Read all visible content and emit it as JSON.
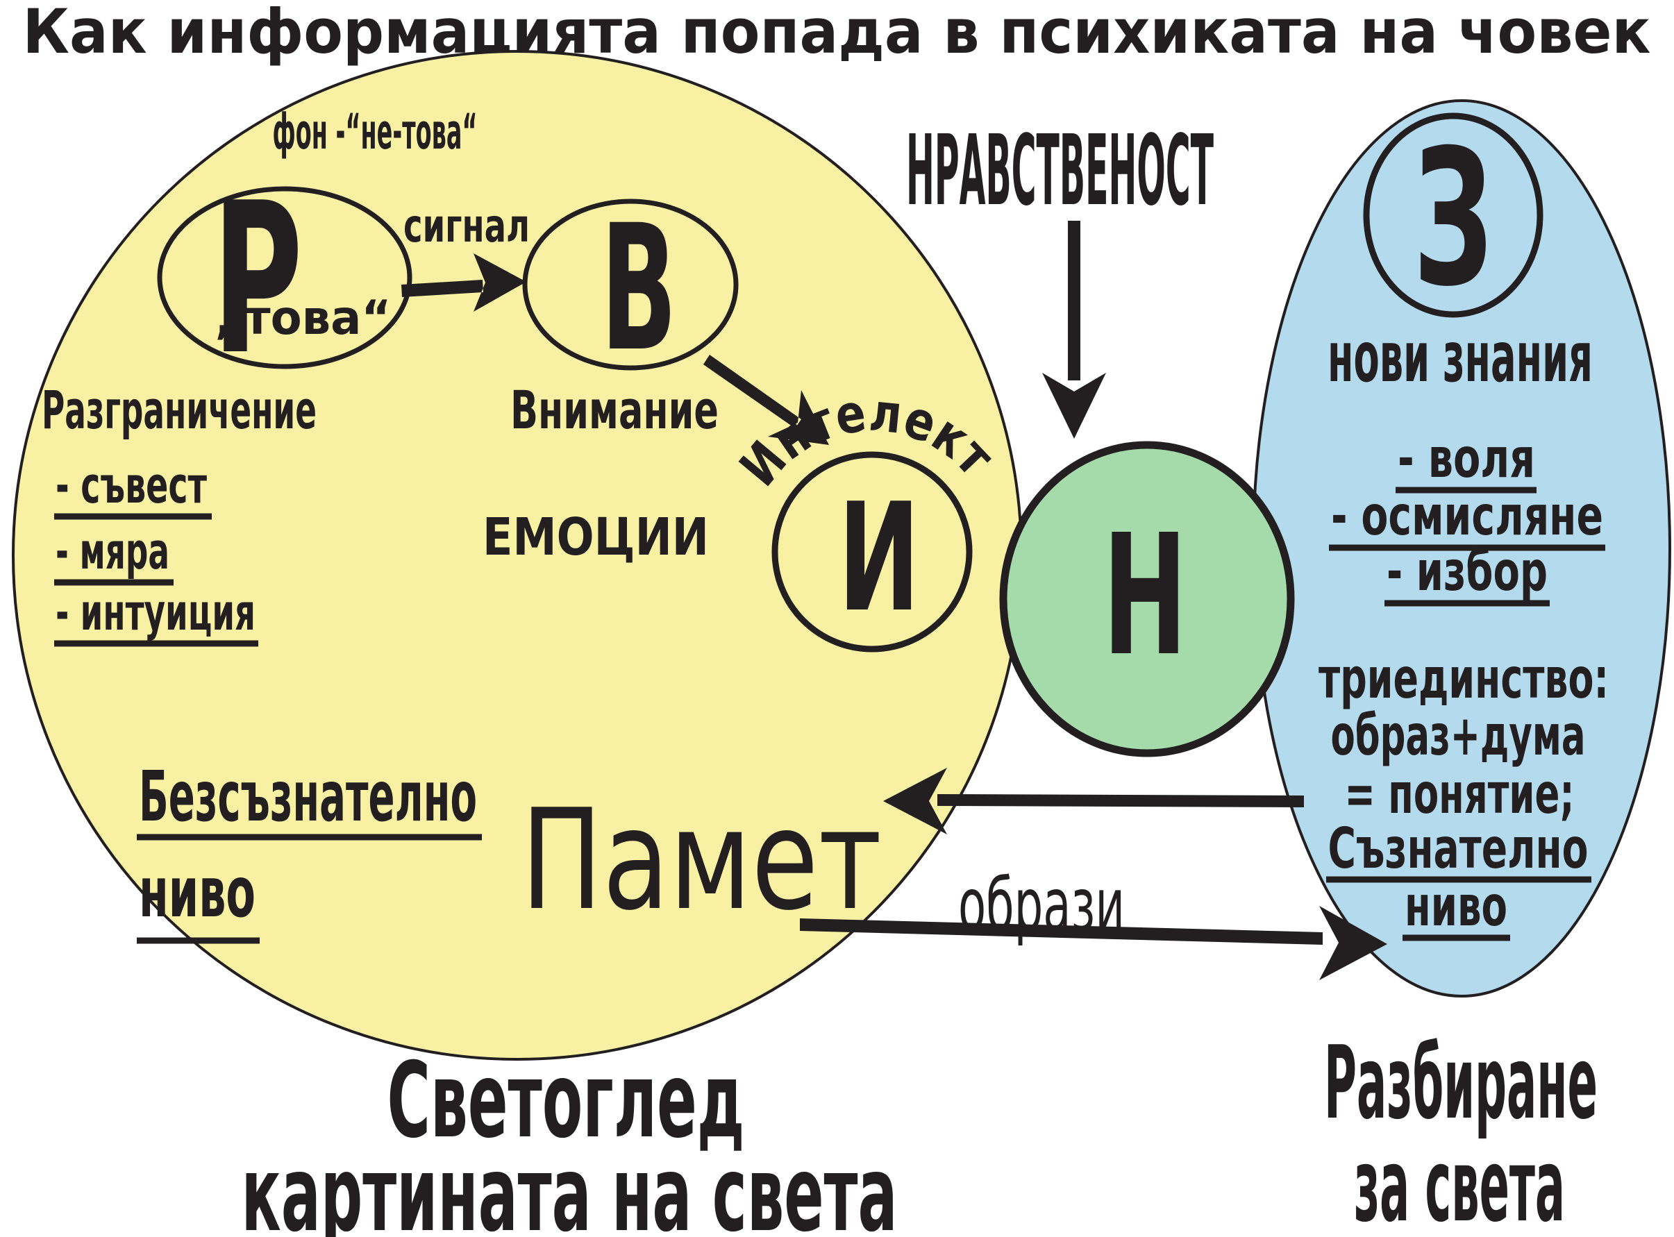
{
  "title": "Как информацията попада в психиката на човек",
  "colors": {
    "yellow": "#F8F1A4",
    "blue": "#B4DAEE",
    "green": "#A5DAAB",
    "ink": "#231F20"
  },
  "yellow_region": {
    "fon_label": "фон -“не-това“",
    "r_node": {
      "letter": "Р",
      "quote_label": "„това“",
      "label": "Разграничение"
    },
    "signal_label": "сигнал",
    "v_node": {
      "letter": "В",
      "label": "Внимание"
    },
    "i_node": {
      "letter": "И",
      "arc_label": "Интелект"
    },
    "emotions_label": "ЕМОЦИИ",
    "list": [
      "- съвест",
      "- мяра",
      "- интуиция"
    ],
    "unconscious_line1": "Безсъзнателно",
    "unconscious_line2": "ниво",
    "memory_label": "Памет",
    "caption_line1": "Светоглед",
    "caption_line2": "картината на света"
  },
  "morality_label": "НРАВСТВЕНОСТ",
  "n_node": {
    "letter": "Н"
  },
  "blue_region": {
    "z_node": {
      "letter": "З"
    },
    "subtitle": "нови знания",
    "list": [
      "- воля",
      "- осмисляне",
      "- избор"
    ],
    "triunity_lines": [
      "триединство:",
      "образ+дума",
      "= понятие;"
    ],
    "conscious_line1": "Съзнателно",
    "conscious_line2": "ниво",
    "caption_line1": "Разбиране",
    "caption_line2": "за света"
  },
  "images_label": "образи"
}
